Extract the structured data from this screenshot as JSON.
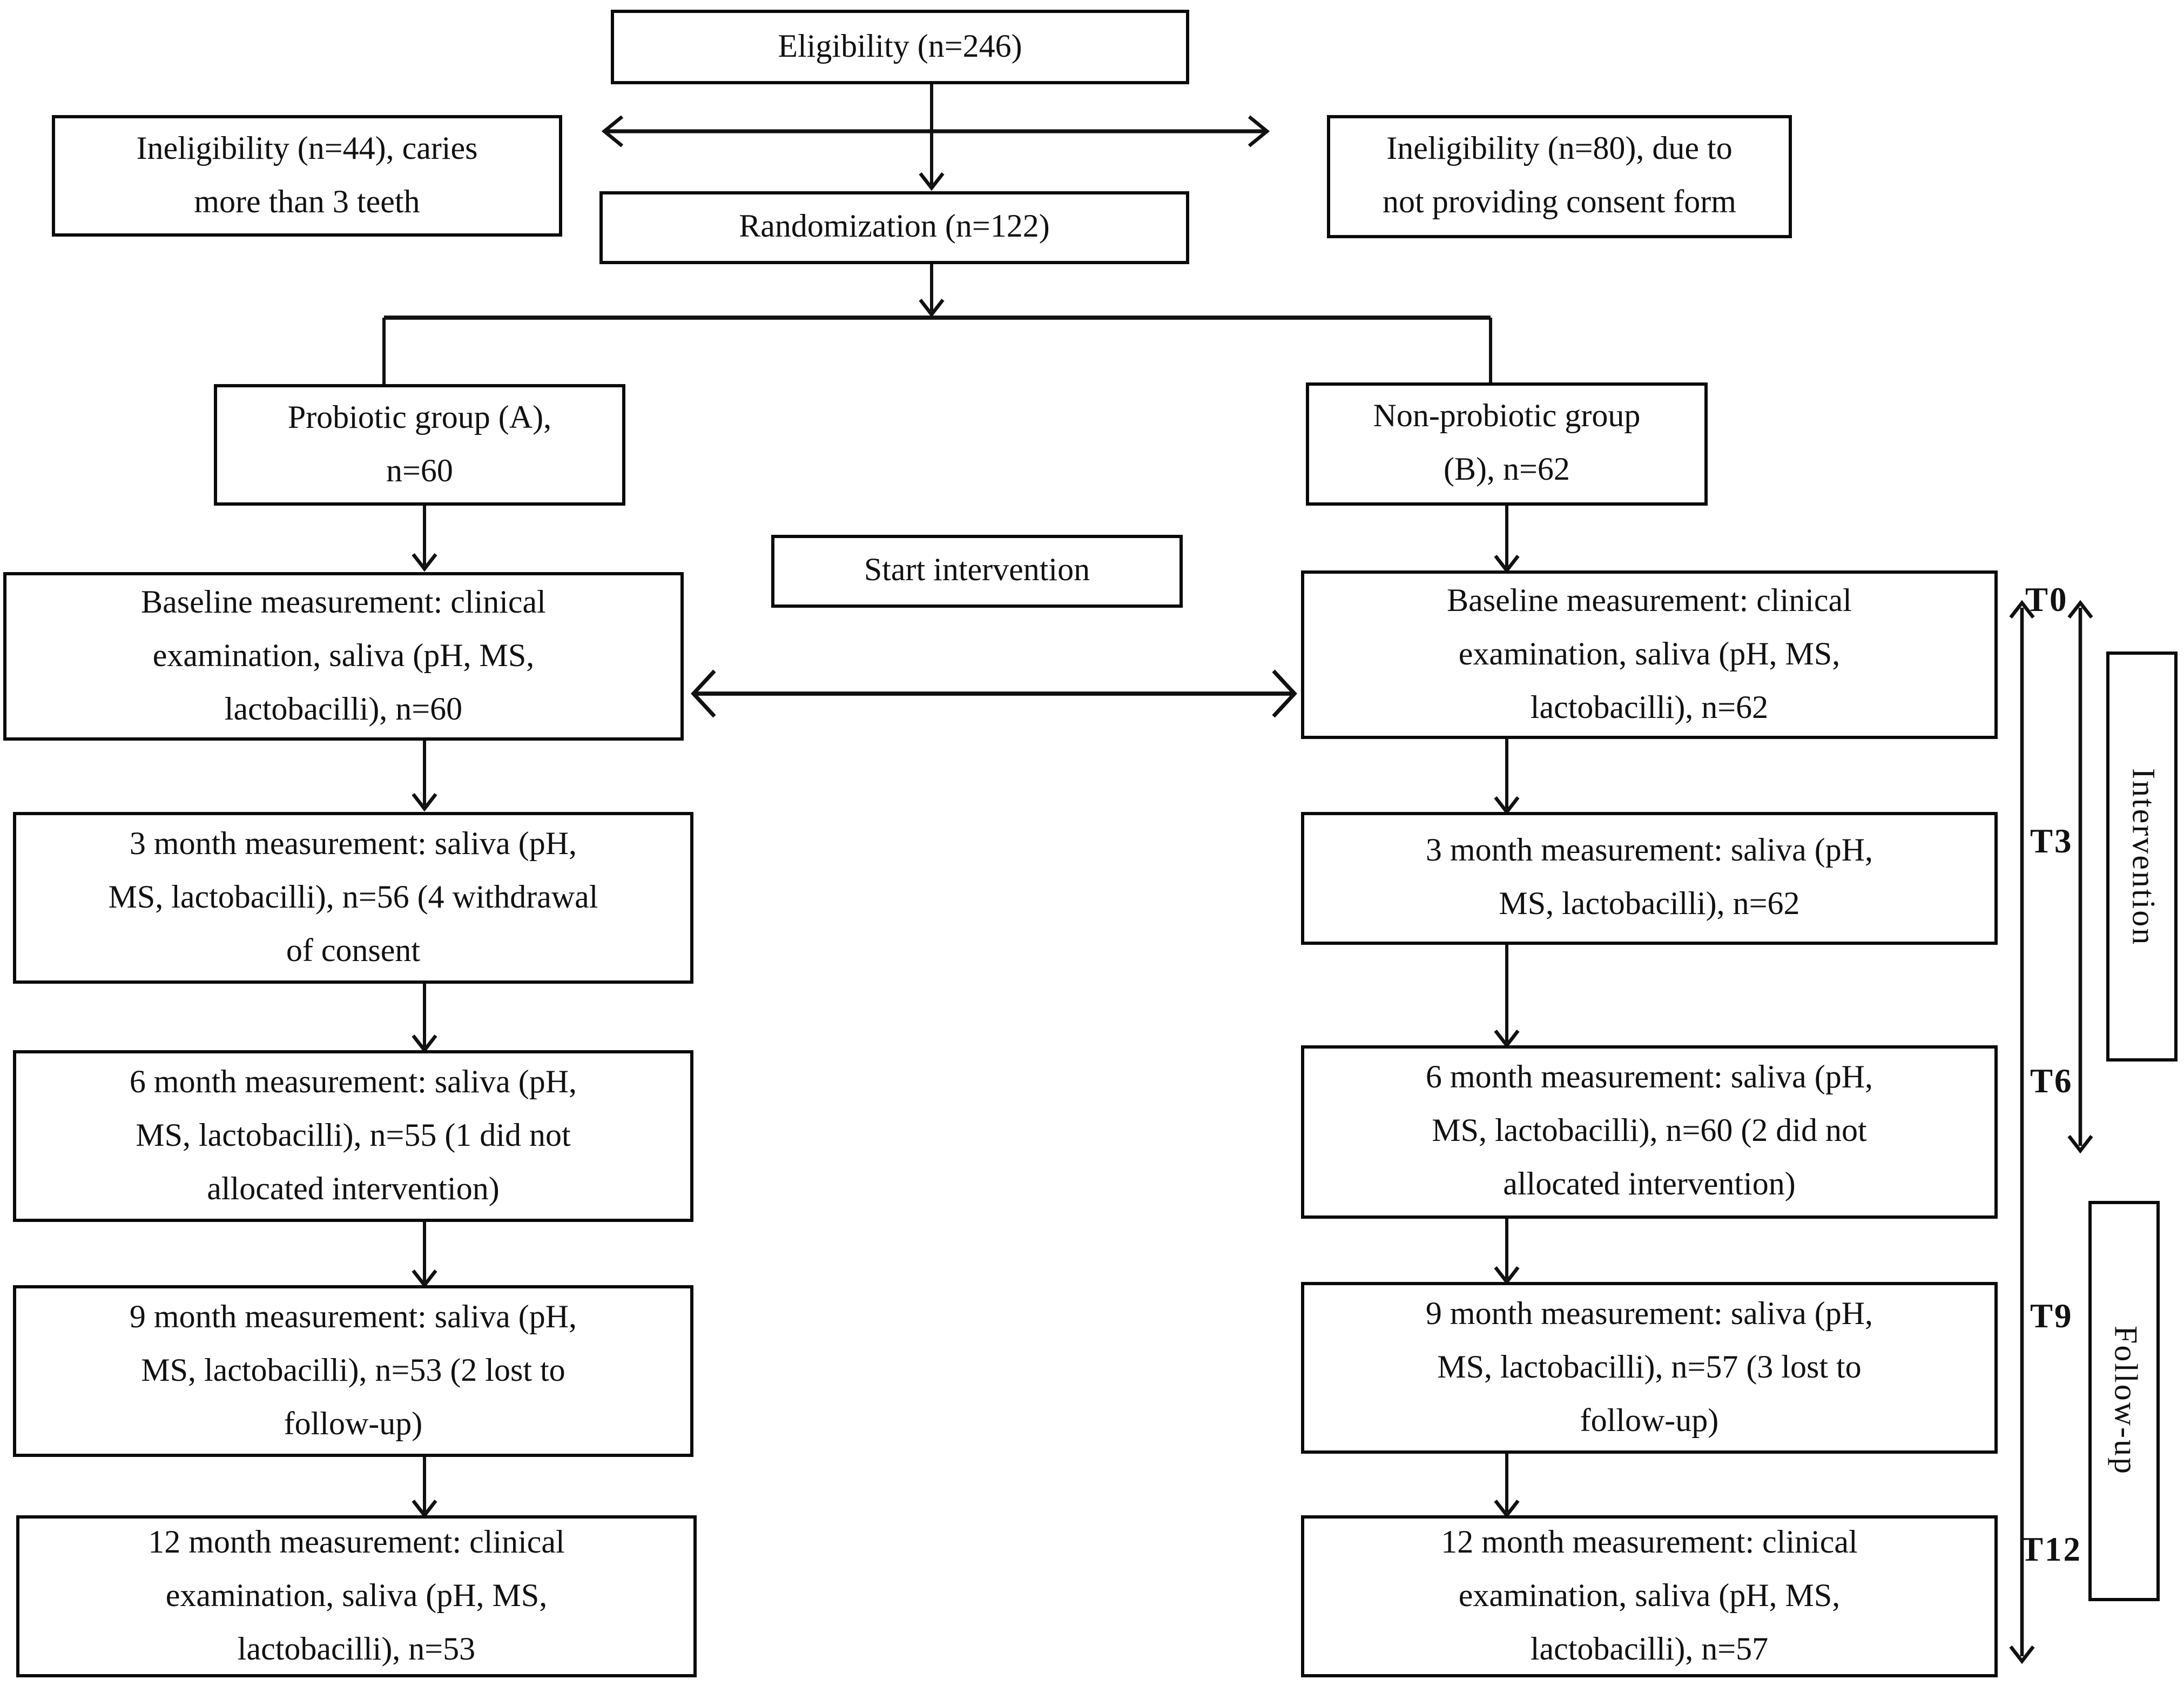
{
  "boxes": {
    "eligibility": "Eligibility (n=246)",
    "ineligibility_left": "Ineligibility (n=44), caries\nmore than 3 teeth",
    "ineligibility_right": "Ineligibility (n=80), due to\nnot providing consent form",
    "randomization": "Randomization (n=122)",
    "group_a": "Probiotic group (A),\nn=60",
    "group_b": "Non-probiotic group\n(B), n=62",
    "start_intervention": "Start intervention",
    "group_a_flow": {
      "baseline": "Baseline measurement: clinical\nexamination, saliva (pH, MS,\nlactobacilli), n=60",
      "month3": "3 month measurement: saliva (pH,\nMS, lactobacilli), n=56 (4 withdrawal\nof consent",
      "month6": "6 month measurement: saliva (pH,\nMS, lactobacilli), n=55 (1 did not\nallocated intervention)",
      "month9": "9 month measurement: saliva (pH,\nMS, lactobacilli), n=53 (2 lost to\nfollow-up)",
      "month12": "12 month measurement: clinical\nexamination, saliva (pH, MS,\nlactobacilli), n=53"
    },
    "group_b_flow": {
      "baseline": "Baseline measurement: clinical\nexamination, saliva (pH, MS,\nlactobacilli), n=62",
      "month3": "3 month measurement: saliva (pH,\nMS, lactobacilli), n=62",
      "month6": "6 month measurement: saliva (pH,\nMS, lactobacilli), n=60 (2 did not\nallocated intervention)",
      "month9": "9 month measurement: saliva (pH,\nMS, lactobacilli), n=57 (3 lost to\nfollow-up)",
      "month12": "12 month measurement: clinical\nexamination, saliva (pH, MS,\nlactobacilli), n=57"
    }
  },
  "timeline": {
    "t0": "T0",
    "t3": "T3",
    "t6": "T6",
    "t9": "T9",
    "t12": "T12",
    "phase_intervention": "Intervention",
    "phase_follow_up": "Follow-up"
  },
  "colors": {
    "ink": "#111111",
    "background": "#ffffff"
  }
}
